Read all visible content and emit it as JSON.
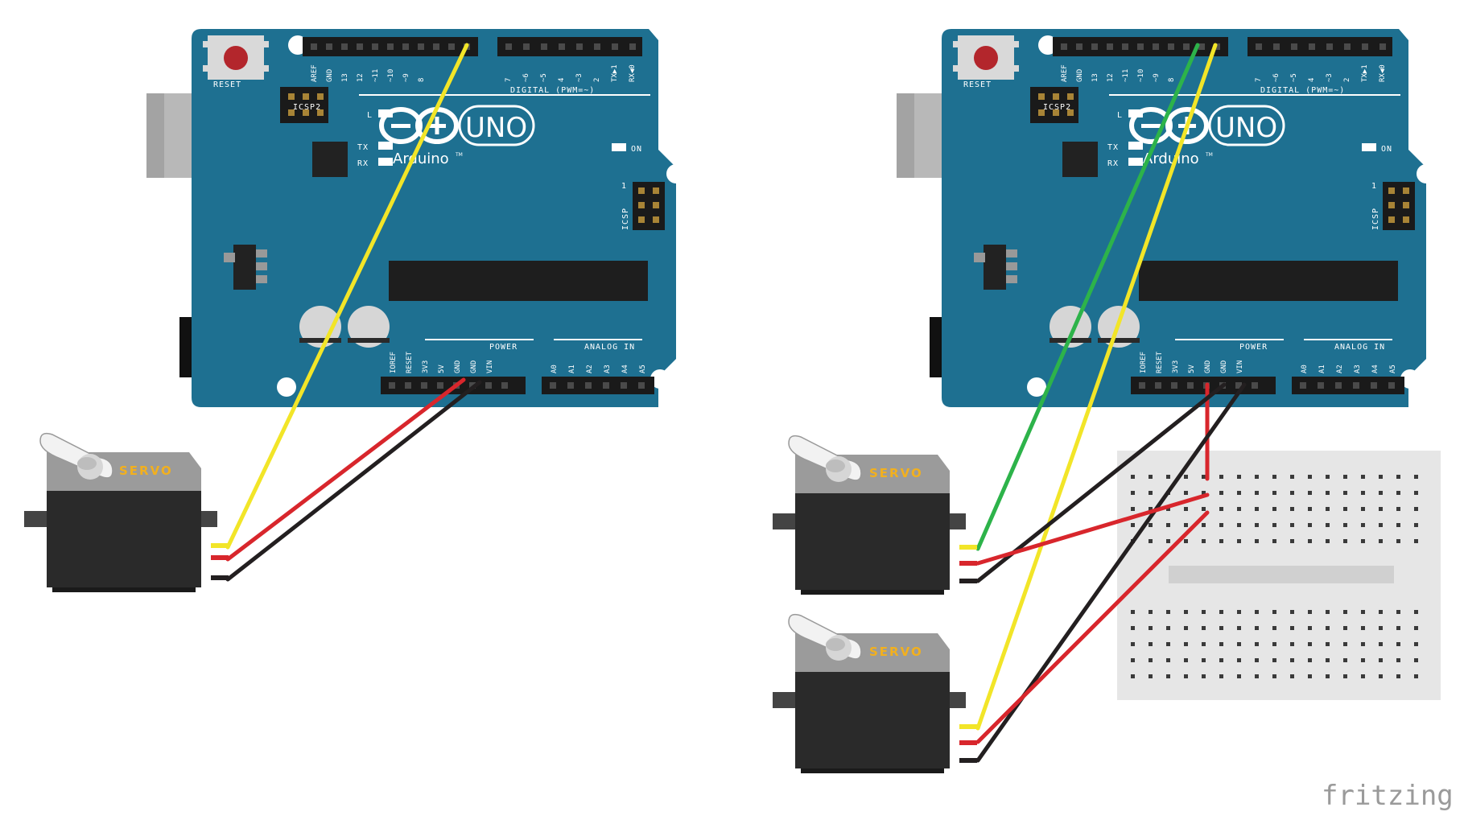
{
  "board": {
    "reset_label": "RESET",
    "icsp2_label": "ICSP2",
    "icsp_label": "ICSP",
    "icsp_pin1": "1",
    "led_l": "L",
    "led_tx": "TX",
    "led_rx": "RX",
    "led_on": "ON",
    "brand": "Arduino",
    "tm": "TM",
    "model": "UNO",
    "digital_label": "DIGITAL (PWM=~)",
    "power_label": "POWER",
    "analog_label": "ANALOG IN",
    "digital_pins": [
      "AREF",
      "GND",
      "13",
      "12",
      "~11",
      "~10",
      "~9",
      "8",
      "7",
      "~6",
      "~5",
      "4",
      "~3",
      "2",
      "TX▶1",
      "RX◀0"
    ],
    "power_pins": [
      "IOREF",
      "RESET",
      "3V3",
      "5V",
      "GND",
      "GND",
      "VIN"
    ],
    "analog_pins": [
      "A0",
      "A1",
      "A2",
      "A3",
      "A4",
      "A5"
    ]
  },
  "servo_label": "SERVO",
  "watermark": "fritzing",
  "colors": {
    "board": "#1e7091",
    "wire_signal": "#f2e528",
    "wire_signal2": "#2db34a",
    "wire_power": "#d8262c",
    "wire_ground": "#231f20",
    "servo_body": "#2a2a2a",
    "breadboard": "#e6e6e6"
  }
}
